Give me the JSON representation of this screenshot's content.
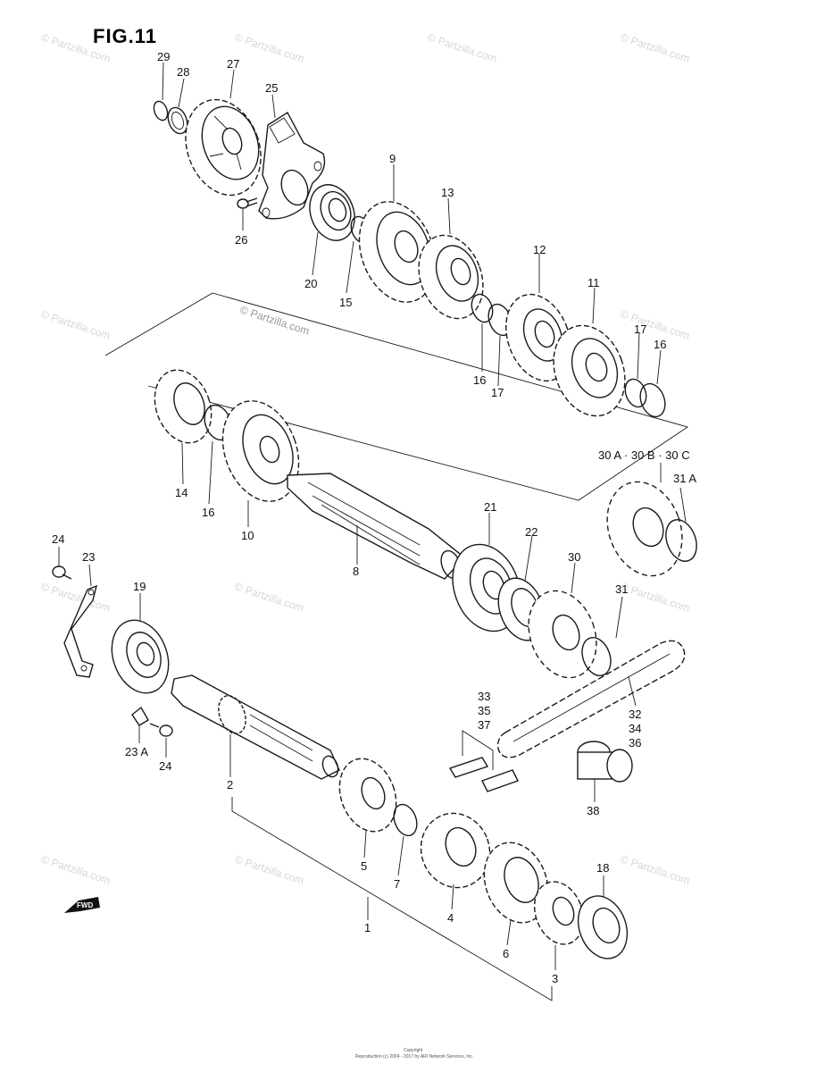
{
  "figure": {
    "title": "FIG.11",
    "watermark": "© Partzilla.com",
    "center_watermark": "© Partzilla.com",
    "footer_line1": "Copyright",
    "footer_line2": "Reproduction (c) 2004 - 2017 by ARI Network Services, Inc.",
    "front_arrow": "FWD"
  },
  "callouts": [
    {
      "id": "c29",
      "text": "29"
    },
    {
      "id": "c28",
      "text": "28"
    },
    {
      "id": "c27",
      "text": "27"
    },
    {
      "id": "c25",
      "text": "25"
    },
    {
      "id": "c26",
      "text": "26"
    },
    {
      "id": "c20",
      "text": "20"
    },
    {
      "id": "c15",
      "text": "15"
    },
    {
      "id": "c9",
      "text": "9"
    },
    {
      "id": "c13",
      "text": "13"
    },
    {
      "id": "c12",
      "text": "12"
    },
    {
      "id": "c11",
      "text": "11"
    },
    {
      "id": "c17a",
      "text": "17"
    },
    {
      "id": "c16a",
      "text": "16"
    },
    {
      "id": "c16b",
      "text": "16"
    },
    {
      "id": "c17b",
      "text": "17"
    },
    {
      "id": "c30abc",
      "text": "30 A · 30 B · 30 C"
    },
    {
      "id": "c31a",
      "text": "31 A"
    },
    {
      "id": "c14",
      "text": "14"
    },
    {
      "id": "c16c",
      "text": "16"
    },
    {
      "id": "c10",
      "text": "10"
    },
    {
      "id": "c8",
      "text": "8"
    },
    {
      "id": "c21",
      "text": "21"
    },
    {
      "id": "c22",
      "text": "22"
    },
    {
      "id": "c30",
      "text": "30"
    },
    {
      "id": "c31",
      "text": "31"
    },
    {
      "id": "c24a",
      "text": "24"
    },
    {
      "id": "c23",
      "text": "23"
    },
    {
      "id": "c19",
      "text": "19"
    },
    {
      "id": "c23a",
      "text": "23 A"
    },
    {
      "id": "c24b",
      "text": "24"
    },
    {
      "id": "c2",
      "text": "2"
    },
    {
      "id": "c33",
      "text": "33"
    },
    {
      "id": "c35",
      "text": "35"
    },
    {
      "id": "c37",
      "text": "37"
    },
    {
      "id": "c32",
      "text": "32"
    },
    {
      "id": "c34",
      "text": "34"
    },
    {
      "id": "c36",
      "text": "36"
    },
    {
      "id": "c38",
      "text": "38"
    },
    {
      "id": "c5",
      "text": "5"
    },
    {
      "id": "c7",
      "text": "7"
    },
    {
      "id": "c4",
      "text": "4"
    },
    {
      "id": "c18",
      "text": "18"
    },
    {
      "id": "c6",
      "text": "6"
    },
    {
      "id": "c3",
      "text": "3"
    },
    {
      "id": "c1",
      "text": "1"
    }
  ]
}
